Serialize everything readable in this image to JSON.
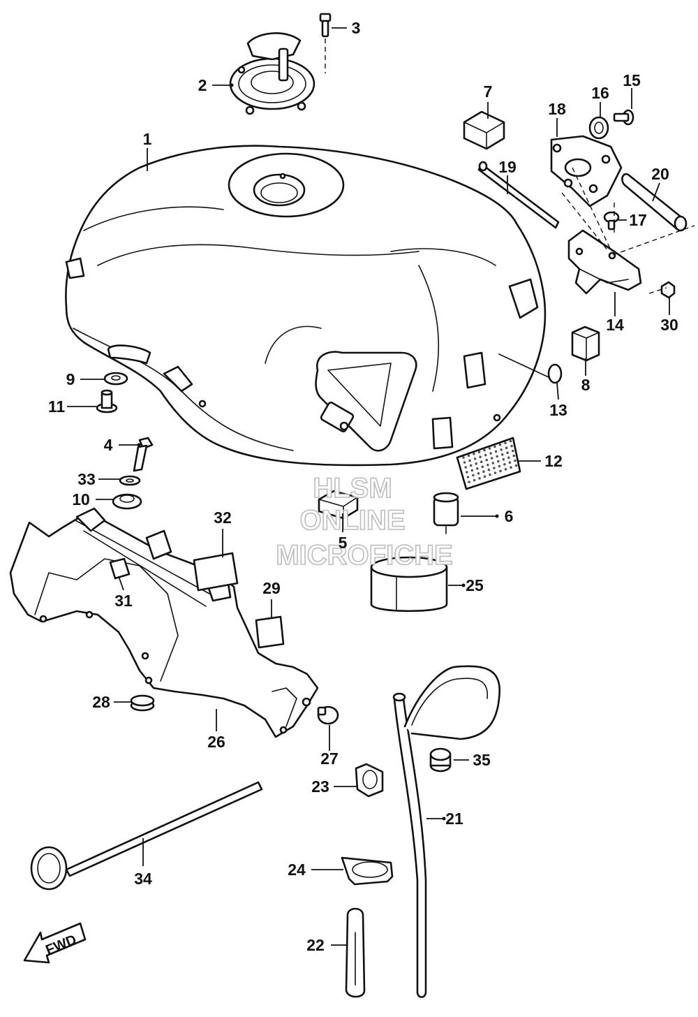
{
  "callouts": [
    "1",
    "2",
    "3",
    "4",
    "5",
    "6",
    "7",
    "8",
    "9",
    "10",
    "11",
    "12",
    "13",
    "14",
    "15",
    "16",
    "17",
    "18",
    "19",
    "20",
    "21",
    "22",
    "23",
    "24",
    "25",
    "26",
    "27",
    "28",
    "29",
    "30",
    "31",
    "32",
    "33",
    "34",
    "35"
  ],
  "watermark": {
    "line1": "HLSM",
    "line2": "ONLINE",
    "line3": "MICROFICHE"
  },
  "direction_badge": "FWD",
  "icons": {
    "direction": "forward-arrow-icon"
  }
}
